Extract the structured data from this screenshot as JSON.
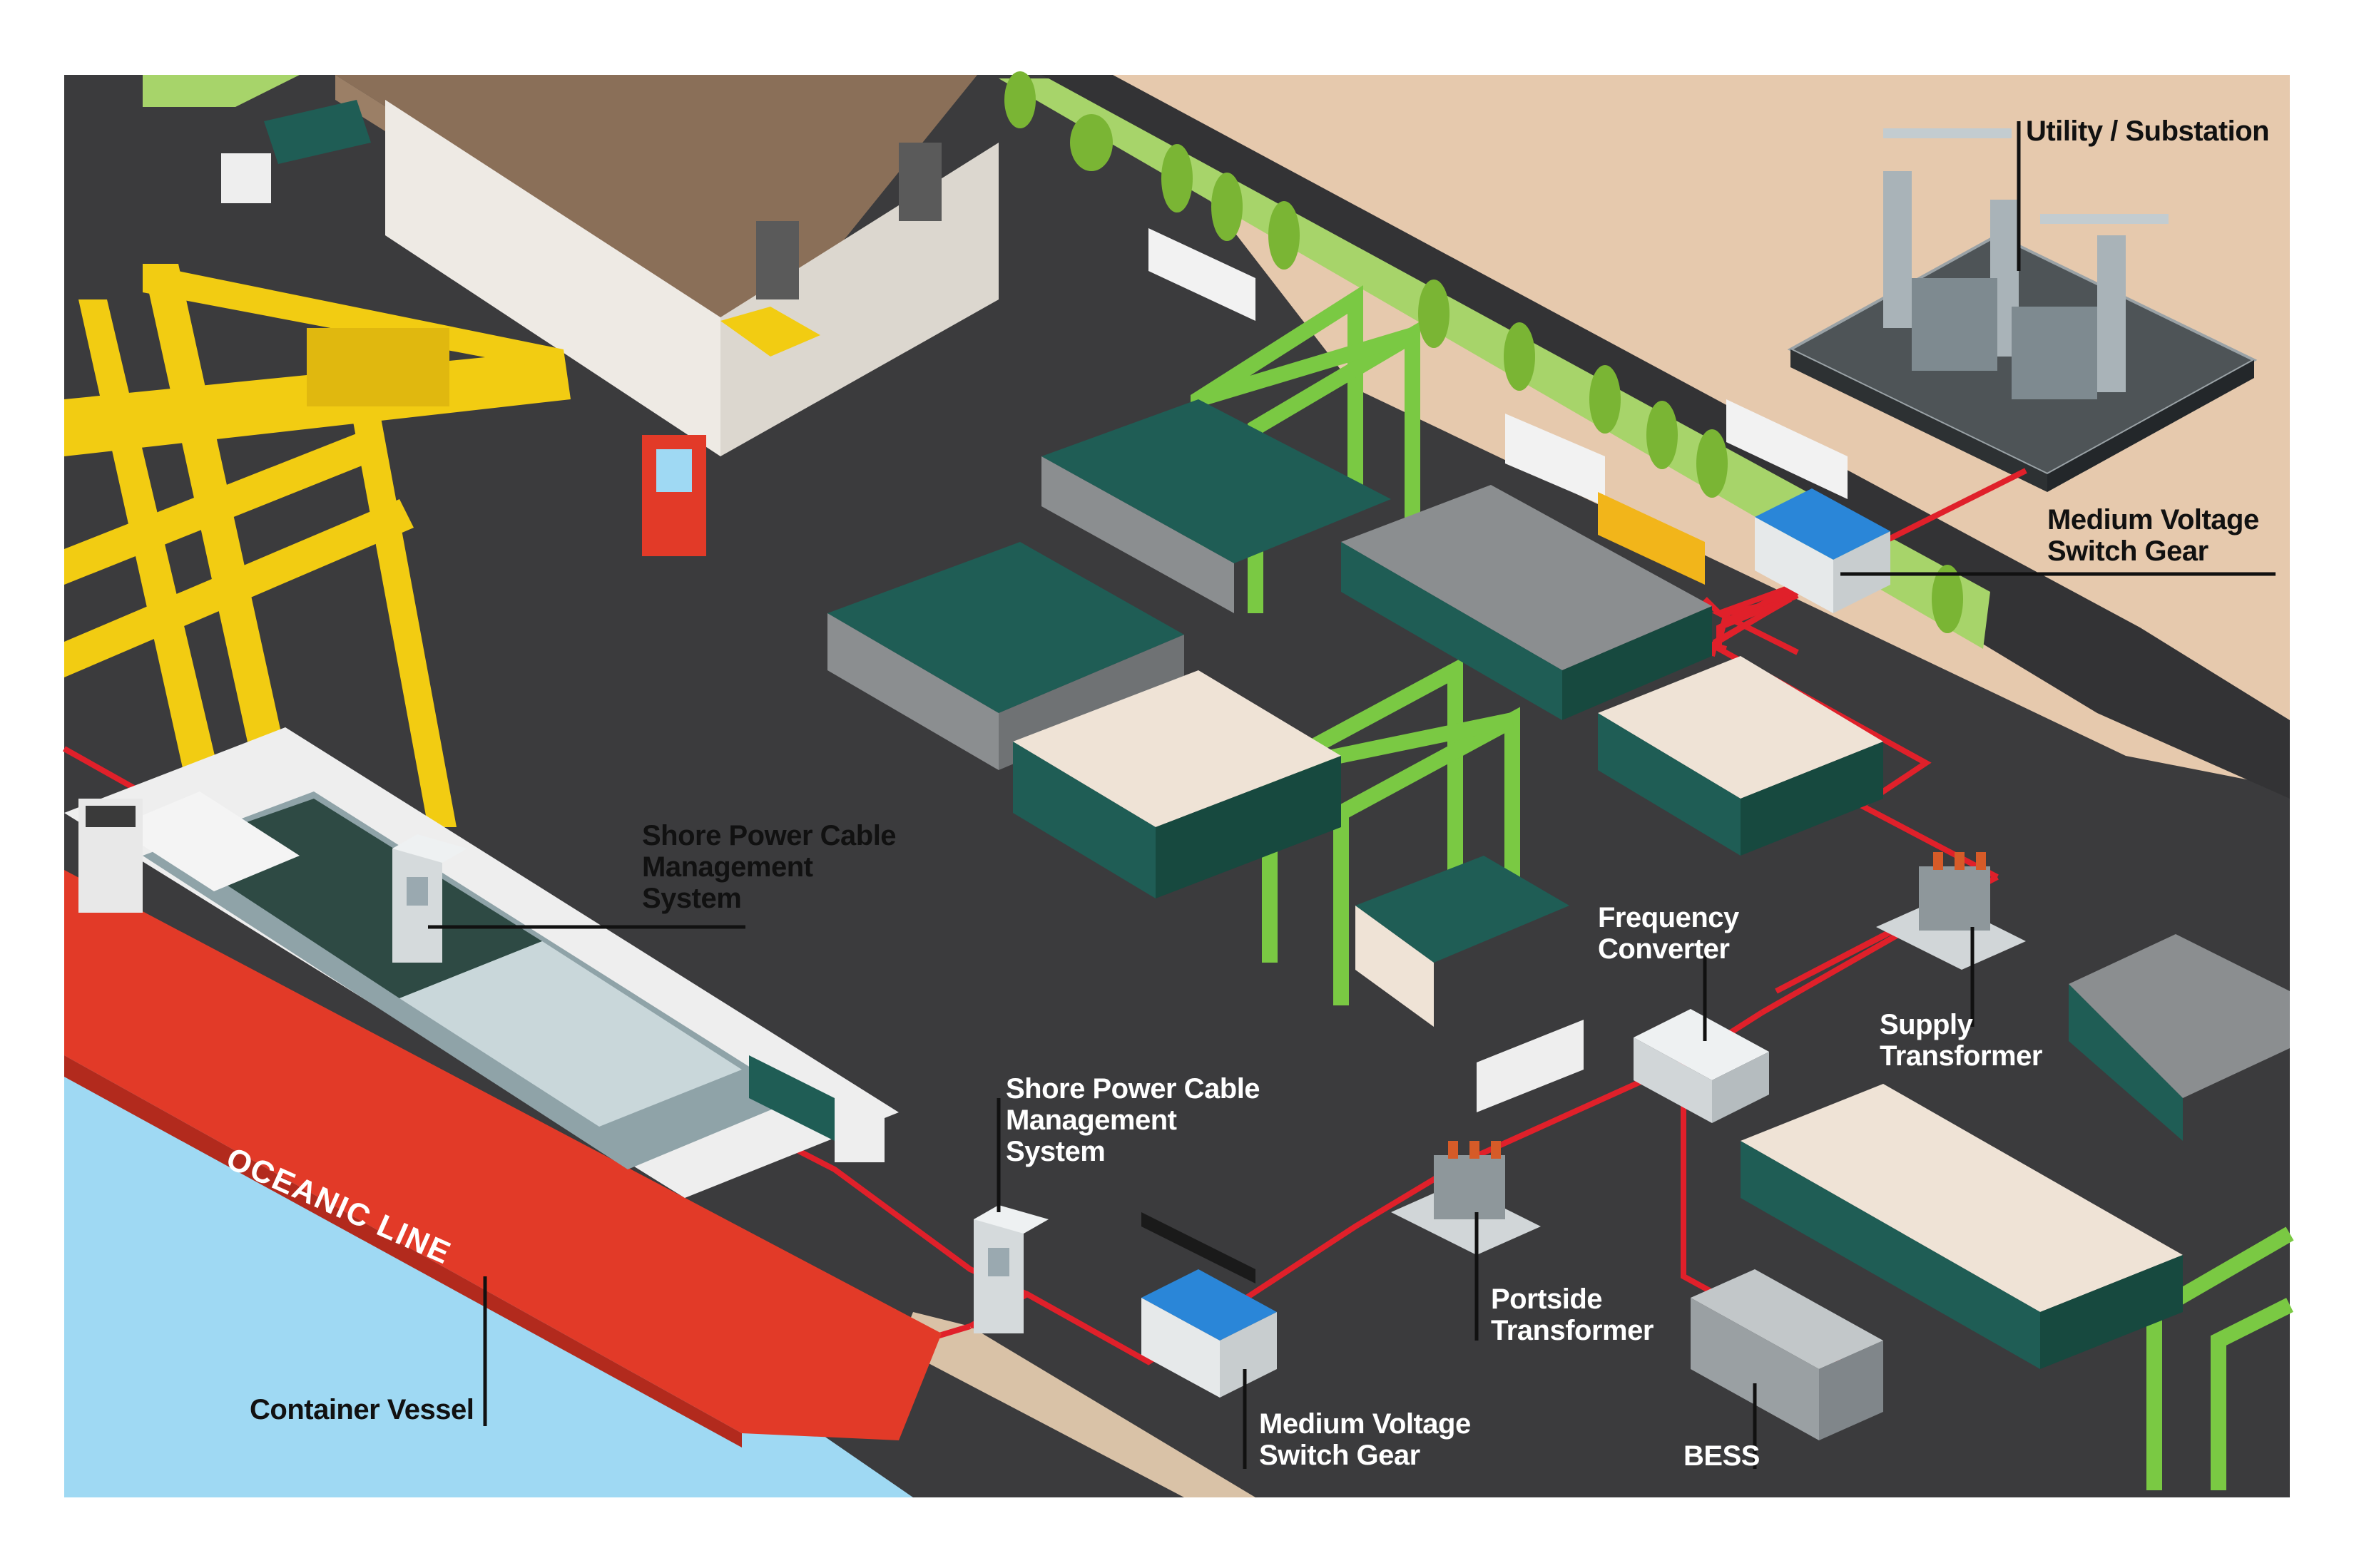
{
  "colors": {
    "asphalt": "#3b3b3d",
    "sand": "#e6c9ad",
    "water": "#9fd9f3",
    "cable": "#e0202a",
    "crane_yellow": "#f2cc12",
    "rtg_green": "#7ac943",
    "hull_red": "#e23a28",
    "container_teal": "#1f5d55",
    "container_gray": "#8b8e90",
    "container_cream": "#efe3d6",
    "switchgear_blue": "#2a86d8",
    "grass": "#a7d46a"
  },
  "icons": [
    "truck-icon",
    "crane-icon",
    "transformer-icon",
    "switchgear-icon",
    "battery-icon",
    "substation-icon"
  ],
  "labels": {
    "utility": [
      "Utility / Substation"
    ],
    "mv_top": [
      "Medium Voltage",
      "Switch Gear"
    ],
    "shore1": [
      "Shore Power Cable",
      "Management",
      "System"
    ],
    "shore2": [
      "Shore Power Cable",
      "Management",
      "System"
    ],
    "freq": [
      "Frequency",
      "Converter"
    ],
    "supply": [
      "Supply",
      "Transformer"
    ],
    "portside": [
      "Portside",
      "Transformer"
    ],
    "mv_bottom": [
      "Medium Voltage",
      "Switch Gear"
    ],
    "vessel": [
      "Container Vessel"
    ],
    "bess": [
      "BESS"
    ]
  },
  "ship_name": "OCEANIC LINE"
}
